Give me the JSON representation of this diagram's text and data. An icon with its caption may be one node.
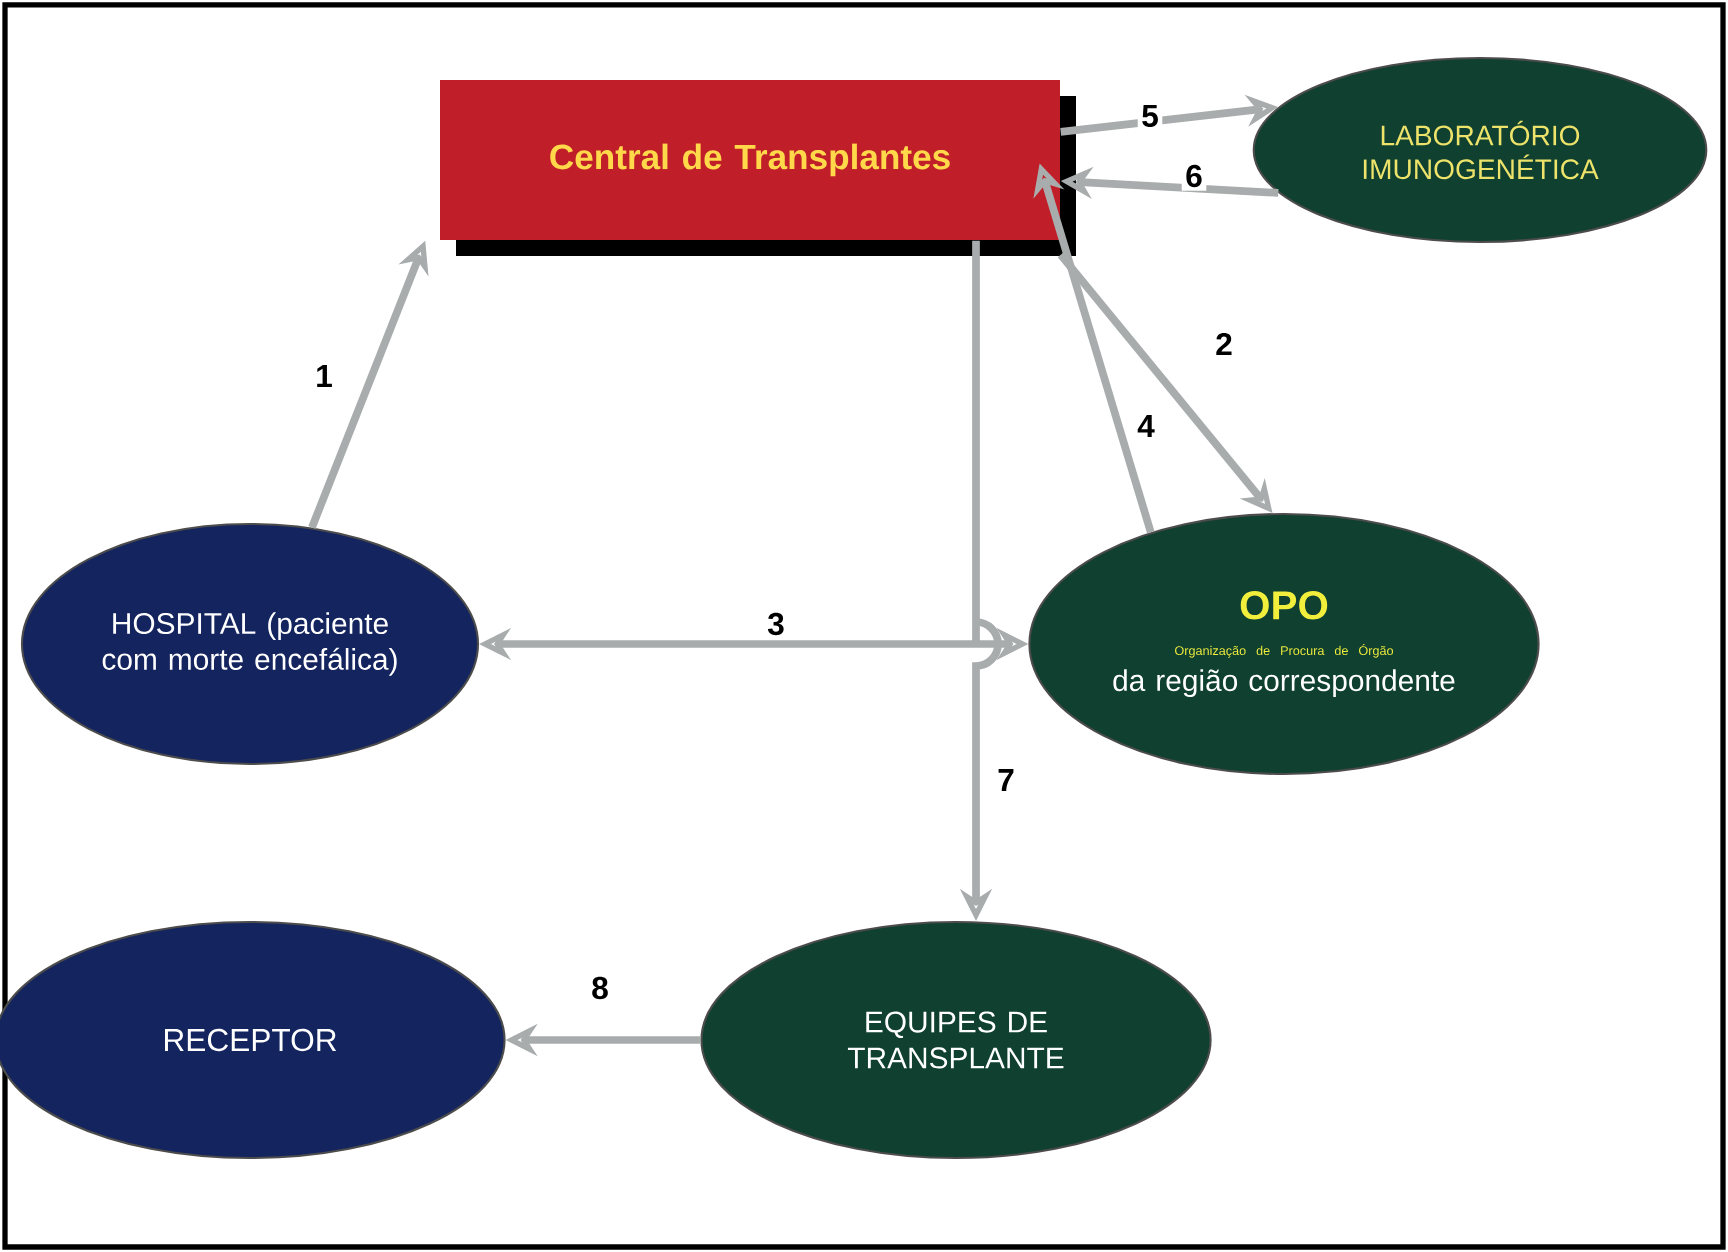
{
  "diagram": {
    "nodes": [
      {
        "text": [
          "Central de Transplantes"
        ]
      },
      {
        "text": [
          "LABORATÓRIO IMUNOGENÉTICA"
        ]
      },
      {
        "text": [
          "HOSPITAL (paciente com morte encefálica)"
        ]
      },
      {
        "text": [
          "OPO",
          "Organização de Procura de Órgão",
          "da região correspondente"
        ]
      },
      {
        "text": [
          "RECEPTOR"
        ]
      },
      {
        "text": [
          "EQUIPES DE TRANSPLANTE"
        ]
      }
    ],
    "edges": [
      {
        "from": 2,
        "to": 0,
        "arrow": "to",
        "label": "1"
      },
      {
        "from": 0,
        "to": 3,
        "arrow": "to",
        "label": "2"
      },
      {
        "from": 2,
        "to": 3,
        "arrow": "both",
        "label": "3"
      },
      {
        "from": 3,
        "to": 0,
        "arrow": "to",
        "label": "4"
      },
      {
        "from": 0,
        "to": 1,
        "arrow": "to",
        "label": "5"
      },
      {
        "from": 1,
        "to": 0,
        "arrow": "to",
        "label": "6"
      },
      {
        "from": 0,
        "to": 5,
        "arrow": "to",
        "label": "7"
      },
      {
        "from": 5,
        "to": 4,
        "arrow": "to",
        "label": "8"
      }
    ]
  }
}
